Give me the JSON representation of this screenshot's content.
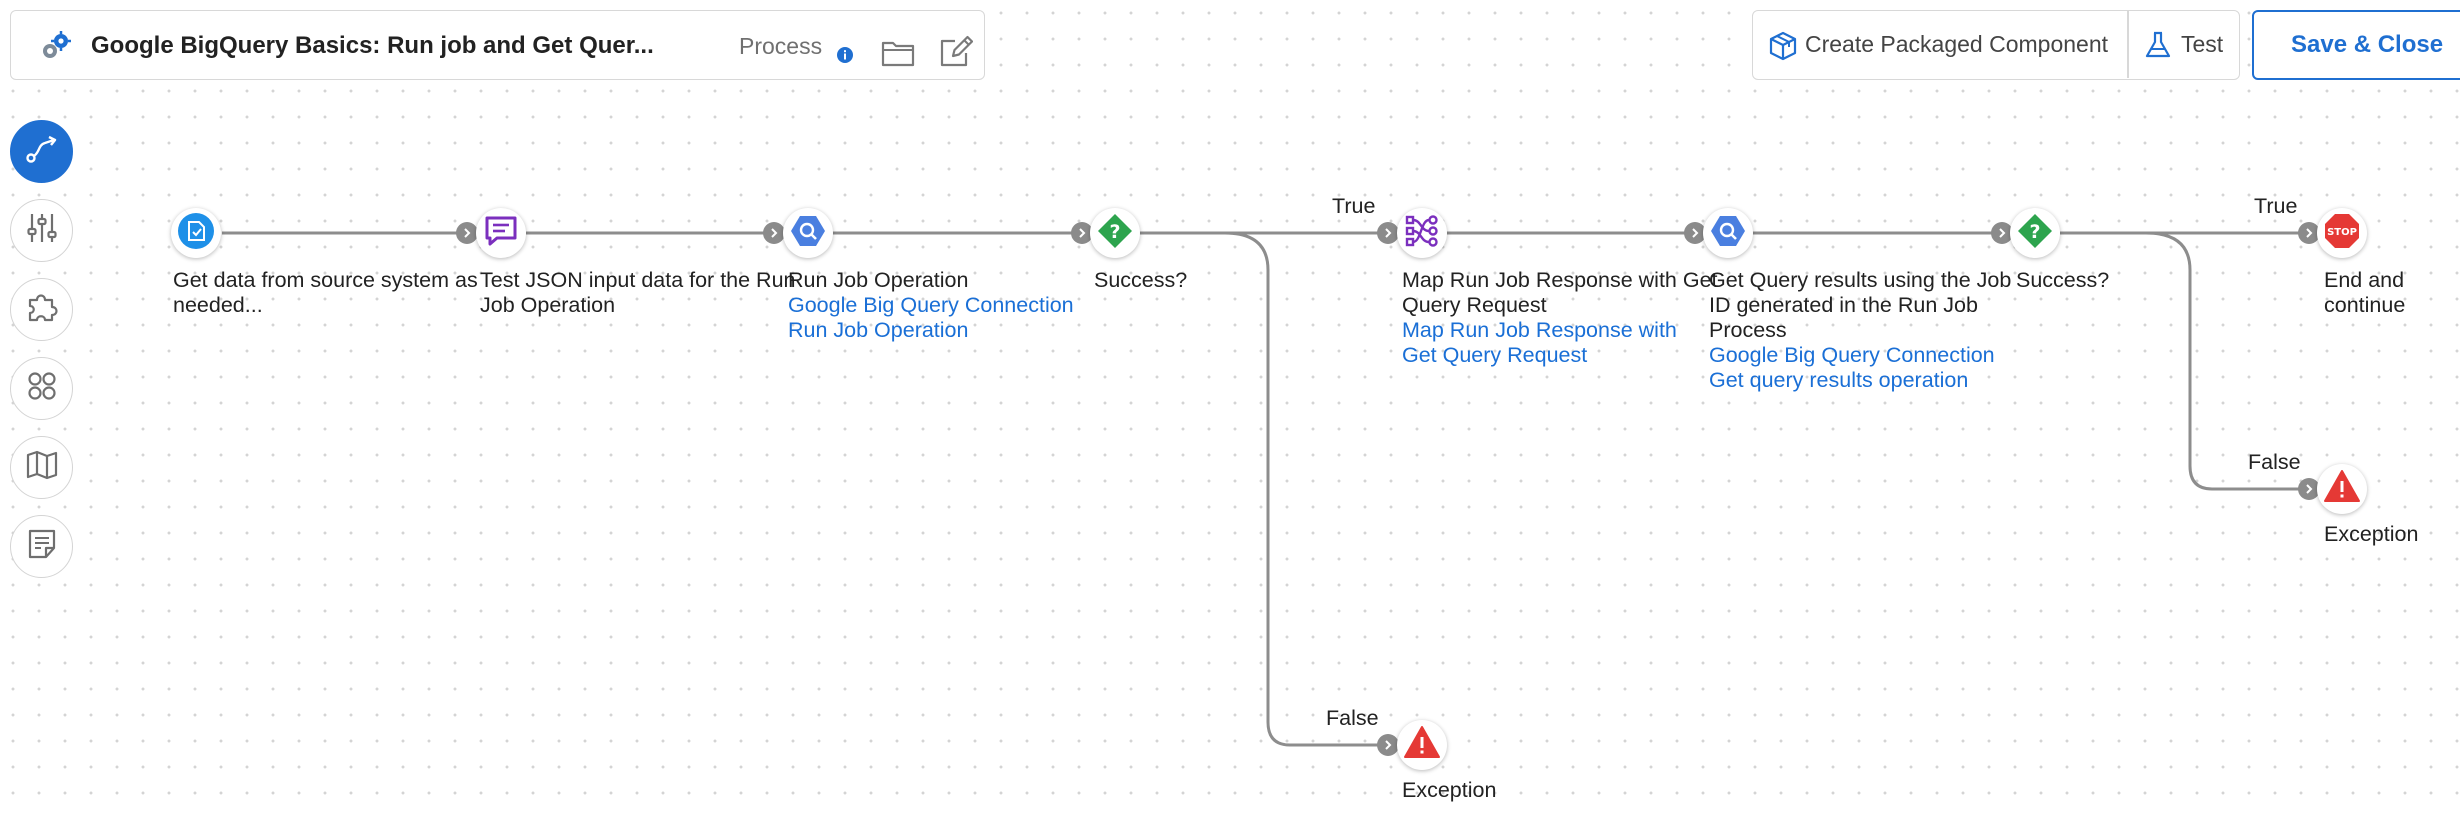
{
  "header": {
    "title": "Google BigQuery Basics: Run job and Get Quer...",
    "process_label": "Process",
    "icons": [
      "gear-icon",
      "info-icon",
      "folder-icon",
      "edit-icon"
    ]
  },
  "actions": {
    "create_packaged_component": "Create Packaged Component",
    "test": "Test",
    "save_close": "Save & Close",
    "accent_color": "#1f6fd1"
  },
  "toolbar": {
    "items": [
      {
        "icon": "flow-path-icon",
        "active": true
      },
      {
        "icon": "sliders-icon",
        "active": false
      },
      {
        "icon": "puzzle-icon",
        "active": false
      },
      {
        "icon": "grid-apps-icon",
        "active": false
      },
      {
        "icon": "map-icon",
        "active": false
      },
      {
        "icon": "notes-icon",
        "active": false
      }
    ]
  },
  "flow": {
    "steps": [
      {
        "icon": "file-start-icon",
        "label": "Get data from source system as needed..."
      },
      {
        "icon": "message-icon",
        "label": "Test JSON input data for the Run Job Operation"
      },
      {
        "icon": "bigquery-icon",
        "label": "Run Job Operation",
        "link1": "Google Big Query Connection",
        "link2": "Run Job Operation"
      },
      {
        "icon": "decision-icon",
        "label": "Success?"
      },
      {
        "icon": "map-shape-icon",
        "label": "Map Run Job Response with Get Query Request",
        "link1": "Map Run Job Response with",
        "link2": "Get Query Request"
      },
      {
        "icon": "bigquery-icon",
        "label": "Get Query results using the Job ID generated in the Run Job Process",
        "link1": "Google Big Query Connection",
        "link2": "Get query results operation"
      },
      {
        "icon": "decision-icon",
        "label": "Success?"
      },
      {
        "icon": "stop-icon",
        "label": "End and continue"
      }
    ],
    "branches": {
      "true_1": "True",
      "false_1": "False",
      "true_2": "True",
      "false_2": "False"
    },
    "exceptions": [
      {
        "icon": "exception-icon",
        "label": "Exception"
      },
      {
        "icon": "exception-icon",
        "label": "Exception"
      }
    ],
    "stop_text": "STOP"
  }
}
